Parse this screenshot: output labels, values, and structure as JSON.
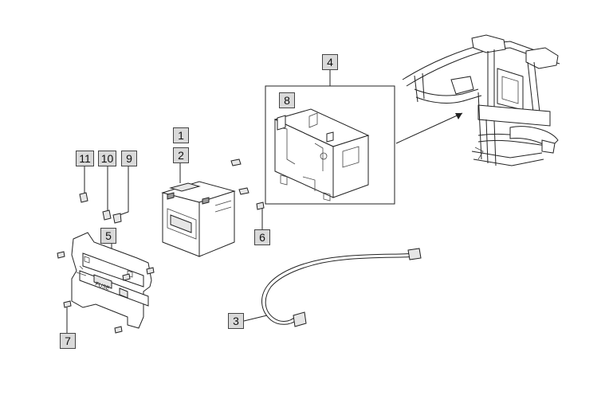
{
  "callouts": {
    "c1": "1",
    "c2": "2",
    "c3": "3",
    "c4": "4",
    "c5": "5",
    "c6": "6",
    "c7": "7",
    "c8": "8",
    "c9": "9",
    "c10": "10",
    "c11": "11"
  },
  "part_labels": {
    "fuse": "FUSE"
  }
}
